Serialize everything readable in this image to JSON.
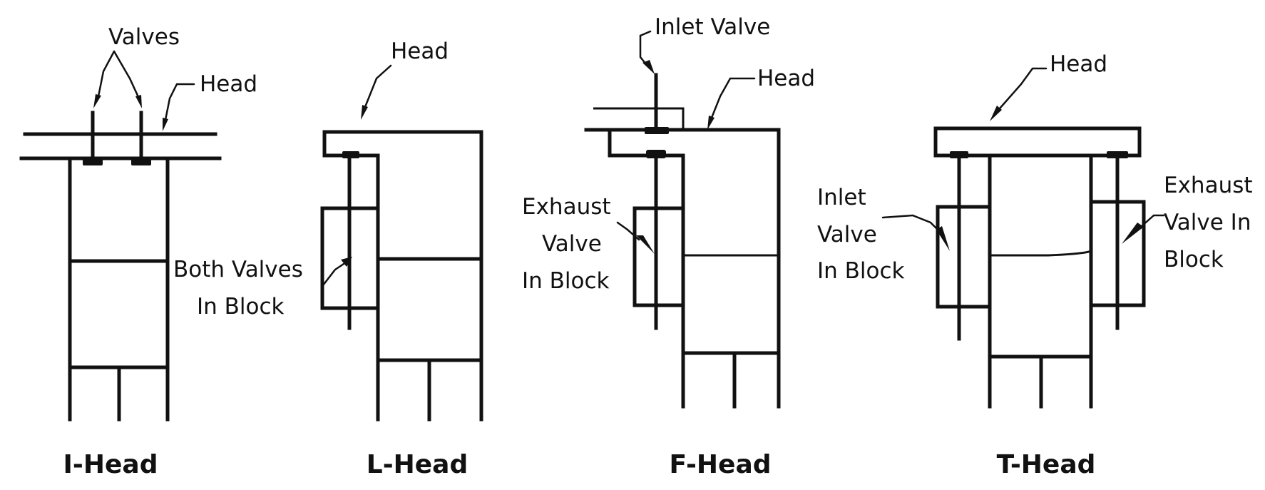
{
  "colors": {
    "ink": "#111111",
    "background": "#ffffff"
  },
  "diagrams": [
    {
      "title": "I-Head",
      "labels": {
        "valves": "Valves",
        "head": "Head"
      }
    },
    {
      "title": "L-Head",
      "labels": {
        "head": "Head",
        "both_valves_line1": "Both Valves",
        "both_valves_line2": "In Block"
      }
    },
    {
      "title": "F-Head",
      "labels": {
        "inlet_valve": "Inlet Valve",
        "head": "Head",
        "exhaust_line1": "Exhaust",
        "exhaust_line2": "Valve",
        "exhaust_line3": "In Block"
      }
    },
    {
      "title": "T-Head",
      "labels": {
        "head": "Head",
        "inlet_line1": "Inlet",
        "inlet_line2": "Valve",
        "inlet_line3": "In Block",
        "exhaust_line1": "Exhaust",
        "exhaust_line2": "Valve In",
        "exhaust_line3": "Block"
      }
    }
  ]
}
